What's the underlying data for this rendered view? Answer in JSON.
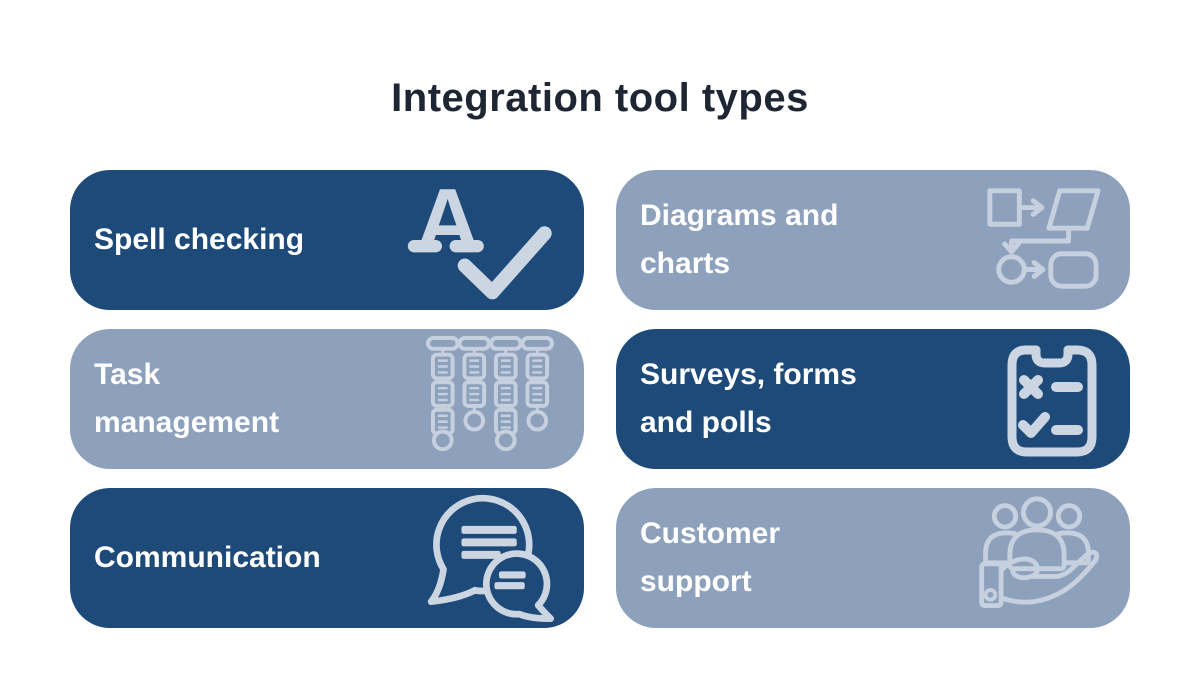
{
  "title": "Integration tool types",
  "colors": {
    "dark_card": "#1d4a78",
    "light_card": "#8da1bd",
    "icon_on_dark": "#ccd6e2",
    "icon_on_light": "#c6d0de",
    "title_text": "#1e2533",
    "card_text": "#ffffff",
    "background": "#ffffff"
  },
  "cards": [
    {
      "label": "Spell checking",
      "variant": "dark",
      "icon": "spellcheck-icon"
    },
    {
      "label": "Diagrams and\ncharts",
      "variant": "light",
      "icon": "flowchart-icon"
    },
    {
      "label": "Task\nmanagement",
      "variant": "light",
      "icon": "kanban-icon"
    },
    {
      "label": "Surveys, forms\nand polls",
      "variant": "dark",
      "icon": "survey-clipboard-icon"
    },
    {
      "label": "Communication",
      "variant": "dark",
      "icon": "chat-bubbles-icon"
    },
    {
      "label": "Customer\nsupport",
      "variant": "light",
      "icon": "support-hand-icon"
    }
  ],
  "spellcheck_glyph": "A"
}
